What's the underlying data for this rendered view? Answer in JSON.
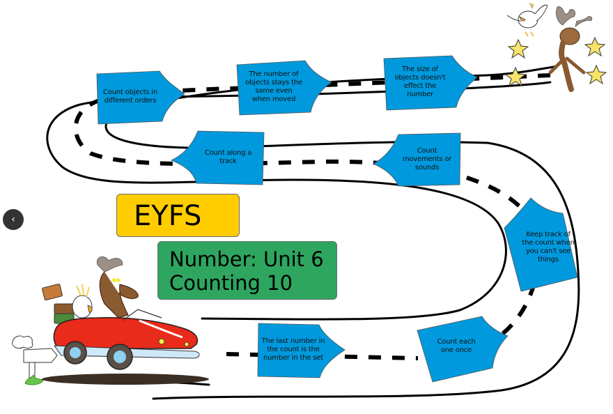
{
  "slide": {
    "title": "EYFS",
    "subtitle_line1": "Number: Unit 6",
    "subtitle_line2": "Counting 10"
  },
  "steps": [
    {
      "id": "step-1",
      "text": "Count each one once"
    },
    {
      "id": "step-2",
      "text": "The last number in the count is the number in the set"
    },
    {
      "id": "step-3",
      "text": "Keep track of the count when you can't see things"
    },
    {
      "id": "step-4",
      "text": "Count movements or sounds"
    },
    {
      "id": "step-5",
      "text": "Count along a track"
    },
    {
      "id": "step-6",
      "text": "Count objects in different orders"
    },
    {
      "id": "step-7",
      "text": "The number of objects stays the same even when moved"
    },
    {
      "id": "step-8",
      "text": "The size of objects doesn't effect the number"
    }
  ],
  "navigation": {
    "prev_icon": "‹"
  },
  "colors": {
    "step_fill": "#0099dd",
    "title_yellow": "#ffcc00",
    "title_green": "#2ea660",
    "car_red": "#e82b1a",
    "star_yellow": "#f7e56a"
  }
}
